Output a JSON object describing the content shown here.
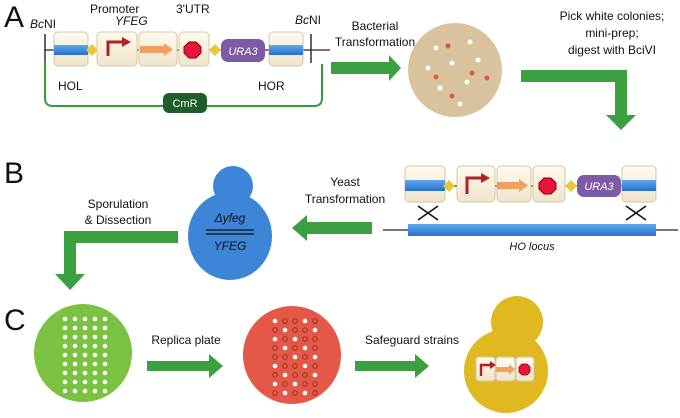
{
  "panels": {
    "a": "A",
    "b": "B",
    "c": "C"
  },
  "panel_a": {
    "left_site": {
      "italic": "Bc",
      "rest": "NI"
    },
    "right_site": {
      "italic": "Bc",
      "rest": "NI"
    },
    "promoter": "Promoter",
    "yfeg": "YFEG",
    "utr": "3'UTR",
    "ura3": "URA3",
    "hol": "HOL",
    "hor": "HOR",
    "cmr": "CmR",
    "transform_line1": "Bacterial",
    "transform_line2": "Transformation",
    "pick_line1": "Pick white colonies;",
    "pick_line2": "mini-prep;",
    "pick_line3": "digest with BciVI"
  },
  "panel_b": {
    "yeast_line1": "Yeast",
    "yeast_line2": "Transformation",
    "genotype_top": "Δyfeg",
    "genotype_bottom": "YFEG",
    "ura3": "URA3",
    "locus": "HO locus",
    "spor_line1": "Sporulation",
    "spor_line2": "& Dissection"
  },
  "panel_c": {
    "replica": "Replica plate",
    "safeguard": "Safeguard strains"
  },
  "colors": {
    "arrow_green": "#3aa040",
    "plate_tan": "#d8c39e",
    "yeast_blue": "#3d85d6",
    "plate_green": "#7bc142",
    "plate_red": "#e45848",
    "yeast_yellow": "#e0b820",
    "ura3_purple": "#7d5aa6",
    "cmr_green": "#1f5e2a"
  }
}
